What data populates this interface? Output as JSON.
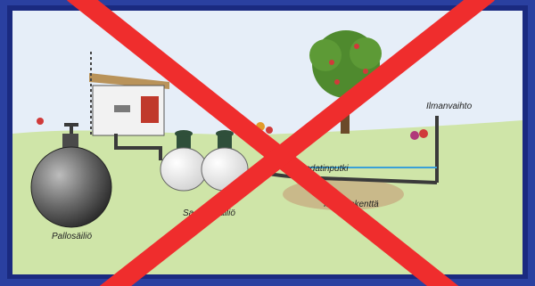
{
  "labels": {
    "ventilation": "Ilmanvaihto",
    "filter_pipe": "Suodatinputki",
    "ball_tank": "Pallosäiliö",
    "septic_tank": "Saostussäiliö",
    "absorption_field": "Imeytyskenttä"
  },
  "colors": {
    "frame_outer": "#2a40a0",
    "frame_inner": "#1a2a80",
    "sky": "#e6eef8",
    "ground": "#cfe5a8",
    "soil": "#c9b98a",
    "tank_dark": "#4a4a4a",
    "tank_white": "#f4f4f4",
    "pipe": "#3a3a3a",
    "water_line": "#3aa0d8",
    "cross": "#ef2d2d"
  },
  "icons": [
    "house-icon",
    "tree-icon",
    "flower-icon",
    "cross-out-icon"
  ]
}
